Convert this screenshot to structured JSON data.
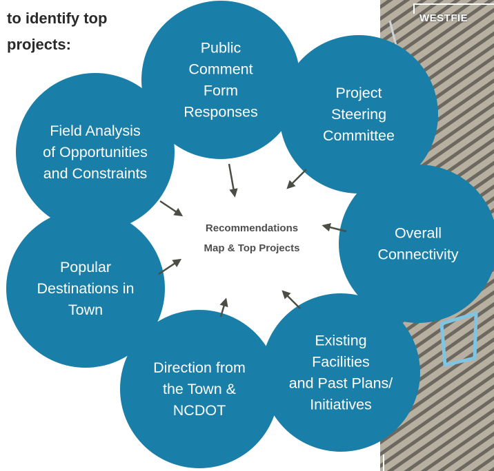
{
  "intro": {
    "lines": [
      "to identify top",
      "projects:"
    ]
  },
  "map": {
    "label": "WESTFIE"
  },
  "center": {
    "lines": [
      "Recommendations",
      "Map & Top Projects"
    ]
  },
  "bubbles": [
    {
      "id": "public-comment",
      "lines": [
        "Public",
        "Comment",
        "Form",
        "Responses"
      ]
    },
    {
      "id": "steering-committee",
      "lines": [
        "Project",
        "Steering",
        "Committee"
      ]
    },
    {
      "id": "overall-connectivity",
      "lines": [
        "Overall",
        "Connectivity"
      ]
    },
    {
      "id": "existing-facilities",
      "lines": [
        "Existing",
        "Facilities",
        "and Past Plans/",
        "Initiatives"
      ]
    },
    {
      "id": "direction-town",
      "lines": [
        "Direction from",
        "the Town &",
        "NCDOT"
      ]
    },
    {
      "id": "popular-destinations",
      "lines": [
        "Popular",
        "Destinations in",
        "Town"
      ]
    },
    {
      "id": "field-analysis",
      "lines": [
        "Field Analysis",
        "of Opportunities",
        "and Constraints"
      ]
    }
  ],
  "colors": {
    "bubble": "#1a7fa8",
    "arrow": "#4a4e45",
    "center_text": "#4e4e4e"
  }
}
